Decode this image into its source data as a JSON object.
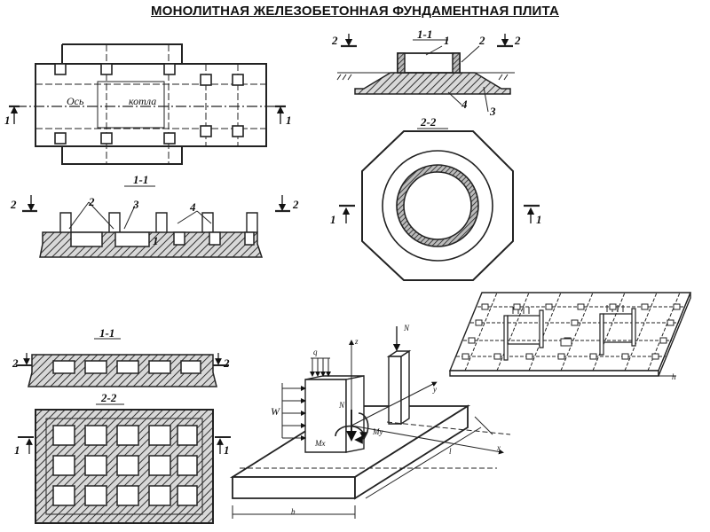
{
  "title": "МОНОЛИТНАЯ ЖЕЛЕЗОБЕТОННАЯ ФУНДАМЕНТНАЯ ПЛИТА",
  "boiler_plan": {
    "axis_text_1": "Ось",
    "axis_text_2": "котла",
    "cut_1": "1",
    "cut_2": "1"
  },
  "boiler_section": {
    "section_title": "1-1",
    "cut_left": "2",
    "cut_right": "2",
    "callout_2": "2",
    "callout_3": "3",
    "callout_4": "4",
    "callout_1": "1"
  },
  "round_section": {
    "section_title": "1-1",
    "cut_left": "2",
    "cut_right": "2",
    "callout_1": "1",
    "callout_2": "2",
    "callout_3": "3",
    "callout_4": "4"
  },
  "octagon_plan": {
    "section_title": "2-2",
    "cut_left": "1",
    "cut_right": "1"
  },
  "box_section": {
    "section_title": "1-1",
    "cut_left": "2",
    "cut_right": "2"
  },
  "box_plan": {
    "section_title": "2-2",
    "cut_left": "1",
    "cut_right": "1"
  },
  "load_scheme": {
    "q": "q",
    "w": "W",
    "n_top": "N",
    "n_mid": "N",
    "mx": "Mx",
    "my": "My",
    "z": "z",
    "y": "y",
    "x": "x",
    "l": "l",
    "b": "b"
  },
  "grid_slab": {
    "h": "h"
  }
}
